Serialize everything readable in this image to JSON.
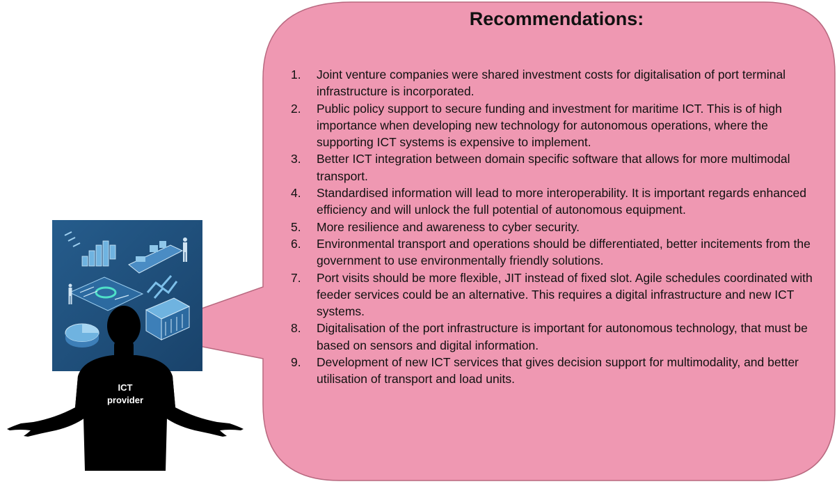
{
  "title": "Recommendations:",
  "person_label_line1": "ICT",
  "person_label_line2": "provider",
  "colors": {
    "bubble_fill": "#ef98b2",
    "bubble_stroke": "#b8687f",
    "illustration_bg": "#1f4f7d",
    "silhouette": "#000000"
  },
  "recommendations": [
    {
      "num": "1.",
      "text": "Joint venture companies were shared investment costs for digitalisation of port terminal infrastructure is incorporated."
    },
    {
      "num": "2.",
      "text": "Public policy support to secure funding and investment for maritime ICT. This is of high importance when developing new technology for autonomous operations, where the supporting ICT systems is expensive to implement."
    },
    {
      "num": "3.",
      "text": "Better ICT integration between domain specific software that allows for more multimodal transport."
    },
    {
      "num": "4.",
      "text": "Standardised information will lead to more interoperability. It is important regards enhanced efficiency and will unlock the full potential of autonomous equipment."
    },
    {
      "num": "5.",
      "text": "More resilience and awareness to cyber security."
    },
    {
      "num": "6.",
      "text": "Environmental transport and operations should be differentiated, better incitements from the government to use environmentally friendly solutions."
    },
    {
      "num": "7.",
      "text": "Port visits should be more flexible, JIT instead of fixed slot. Agile schedules coordinated with feeder services could be an alternative. This requires a digital infrastructure and new ICT systems."
    },
    {
      "num": "8.",
      "text": "Digitalisation of the port infrastructure is important for autonomous technology, that must be based on sensors and digital information."
    },
    {
      "num": "9.",
      "text": "Development of new ICT services that gives decision support for multimodality, and better utilisation of transport and load units."
    }
  ]
}
